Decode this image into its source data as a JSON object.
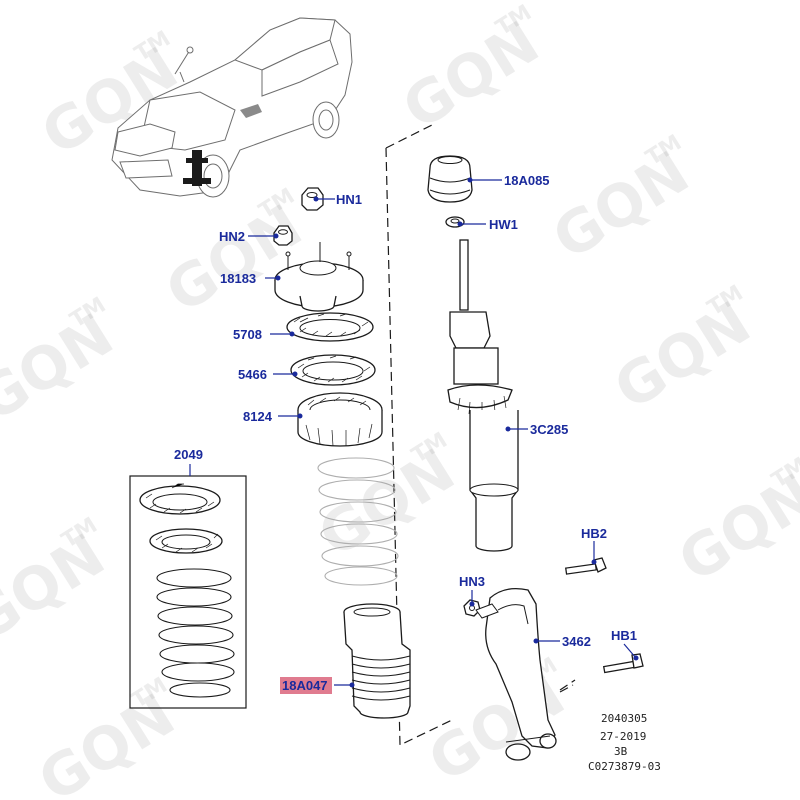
{
  "watermark": {
    "text": "GQN",
    "tm": "TM"
  },
  "callouts": {
    "hn1": "HN1",
    "hn2": "HN2",
    "p18183": "18183",
    "p5708": "5708",
    "p5466": "5466",
    "p8124": "8124",
    "p2049": "2049",
    "p18a085": "18A085",
    "hw1": "HW1",
    "p3c285": "3C285",
    "hb2": "HB2",
    "hn3": "HN3",
    "p3462": "3462",
    "hb1": "HB1",
    "p18a047": "18A047"
  },
  "highlighted_part": "18A047",
  "reference_block": [
    "2040305",
    "27-2019",
    "3B",
    "C0273879-03"
  ],
  "colors": {
    "callout": "#1a2a9c",
    "highlight": "#e07b8f"
  }
}
